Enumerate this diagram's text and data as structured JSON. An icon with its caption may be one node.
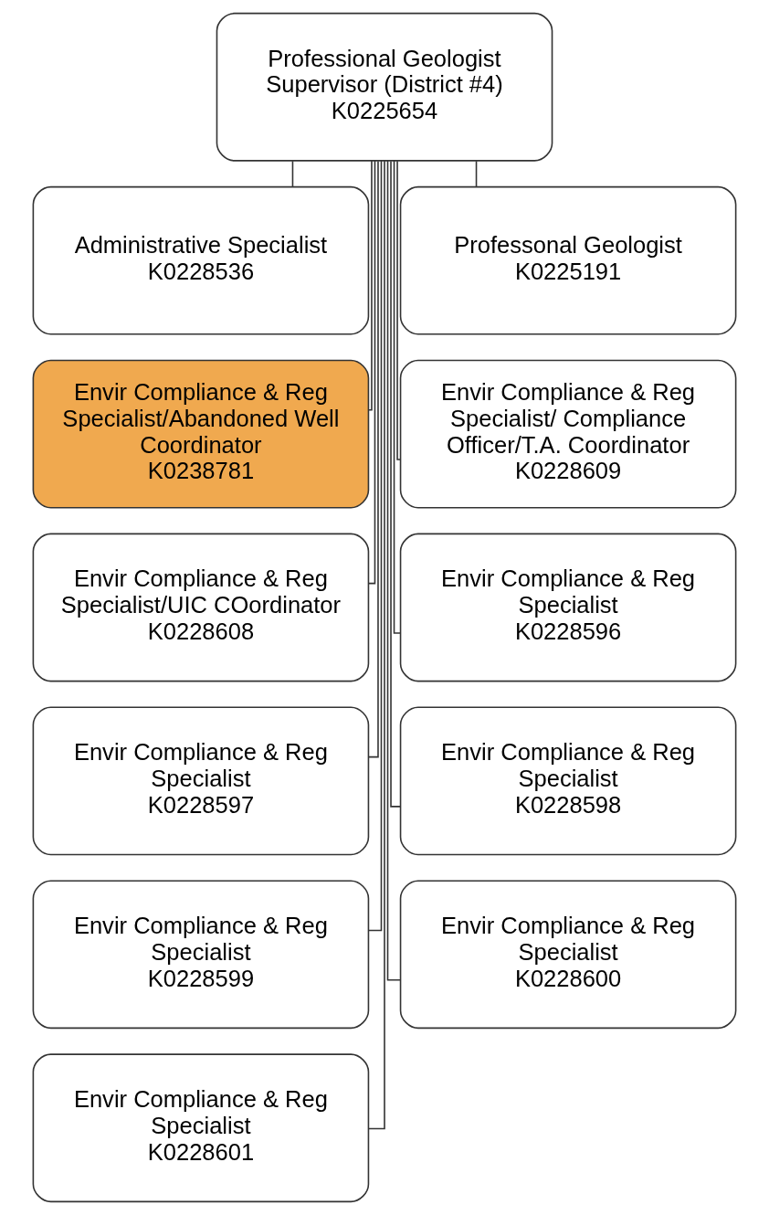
{
  "diagram": {
    "nodes": [
      {
        "text": [
          "Professional Geologist Supervisor (District #4)",
          "K0225654"
        ]
      },
      {
        "text": [
          "Administrative Specialist",
          "K0228536"
        ]
      },
      {
        "text": [
          "Professonal Geologist",
          "K0225191"
        ]
      },
      {
        "text": [
          "Envir Compliance & Reg Specialist/Abandoned Well Coordinator",
          "K0238781"
        ]
      },
      {
        "text": [
          "Envir Compliance & Reg Specialist/ Compliance Officer/T.A. Coordinator",
          "K0228609"
        ]
      },
      {
        "text": [
          "Envir Compliance & Reg Specialist/UIC COordinator",
          "K0228608"
        ]
      },
      {
        "text": [
          "Envir Compliance & Reg Specialist",
          "K0228596"
        ]
      },
      {
        "text": [
          "Envir Compliance & Reg Specialist",
          "K0228597"
        ]
      },
      {
        "text": [
          "Envir Compliance & Reg Specialist",
          "K0228598"
        ]
      },
      {
        "text": [
          "Envir Compliance & Reg Specialist",
          "K0228599"
        ]
      },
      {
        "text": [
          "Envir Compliance & Reg Specialist",
          "K0228600"
        ]
      },
      {
        "text": [
          "Envir Compliance & Reg Specialist",
          "K0228601"
        ]
      }
    ],
    "edges": [
      {
        "from": 0,
        "to": 1,
        "arrow": "none"
      },
      {
        "from": 0,
        "to": 2,
        "arrow": "none"
      },
      {
        "from": 0,
        "to": 3,
        "arrow": "none"
      },
      {
        "from": 0,
        "to": 4,
        "arrow": "none"
      },
      {
        "from": 0,
        "to": 5,
        "arrow": "none"
      },
      {
        "from": 0,
        "to": 6,
        "arrow": "none"
      },
      {
        "from": 0,
        "to": 7,
        "arrow": "none"
      },
      {
        "from": 0,
        "to": 8,
        "arrow": "none"
      },
      {
        "from": 0,
        "to": 9,
        "arrow": "none"
      },
      {
        "from": 0,
        "to": 10,
        "arrow": "none"
      },
      {
        "from": 0,
        "to": 11,
        "arrow": "none"
      }
    ]
  }
}
